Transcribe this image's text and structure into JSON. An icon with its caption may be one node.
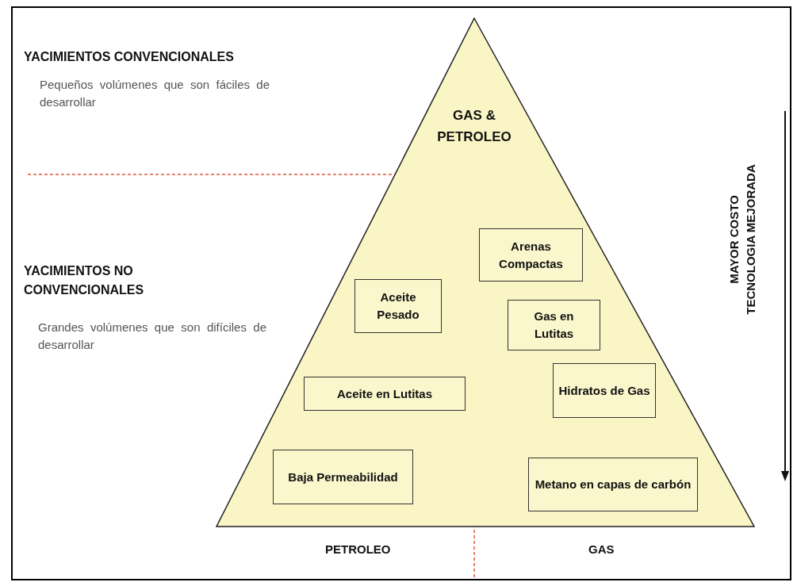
{
  "diagram": {
    "nodes": [
      {
        "text": [
          "GAS & PETROLEO"
        ]
      },
      {
        "text": [
          "Aceite Pesado"
        ],
        "in": 0
      },
      {
        "text": [
          "Aceite en Lutitas"
        ],
        "in": 0
      },
      {
        "text": [
          "Baja Permeabilidad"
        ],
        "in": 0
      },
      {
        "text": [
          "Arenas Compactas"
        ],
        "in": 0
      },
      {
        "text": [
          "Gas en Lutitas"
        ],
        "in": 0
      },
      {
        "text": [
          "Hidratos de Gas"
        ],
        "in": 0
      },
      {
        "text": [
          "Metano en capas de carbón"
        ],
        "in": 0
      }
    ],
    "labels": [
      "YACIMIENTOS CONVENCIONALES",
      "Pequeños volúmenes que son fáciles de desarrollar",
      "YACIMIENTOS NO CONVENCIONALES",
      "Grandes volúmenes que son difíciles de desarrollar",
      "MAYOR COSTO",
      "TECNOLOGIA MEJORADA",
      "PETROLEO",
      "GAS"
    ]
  }
}
